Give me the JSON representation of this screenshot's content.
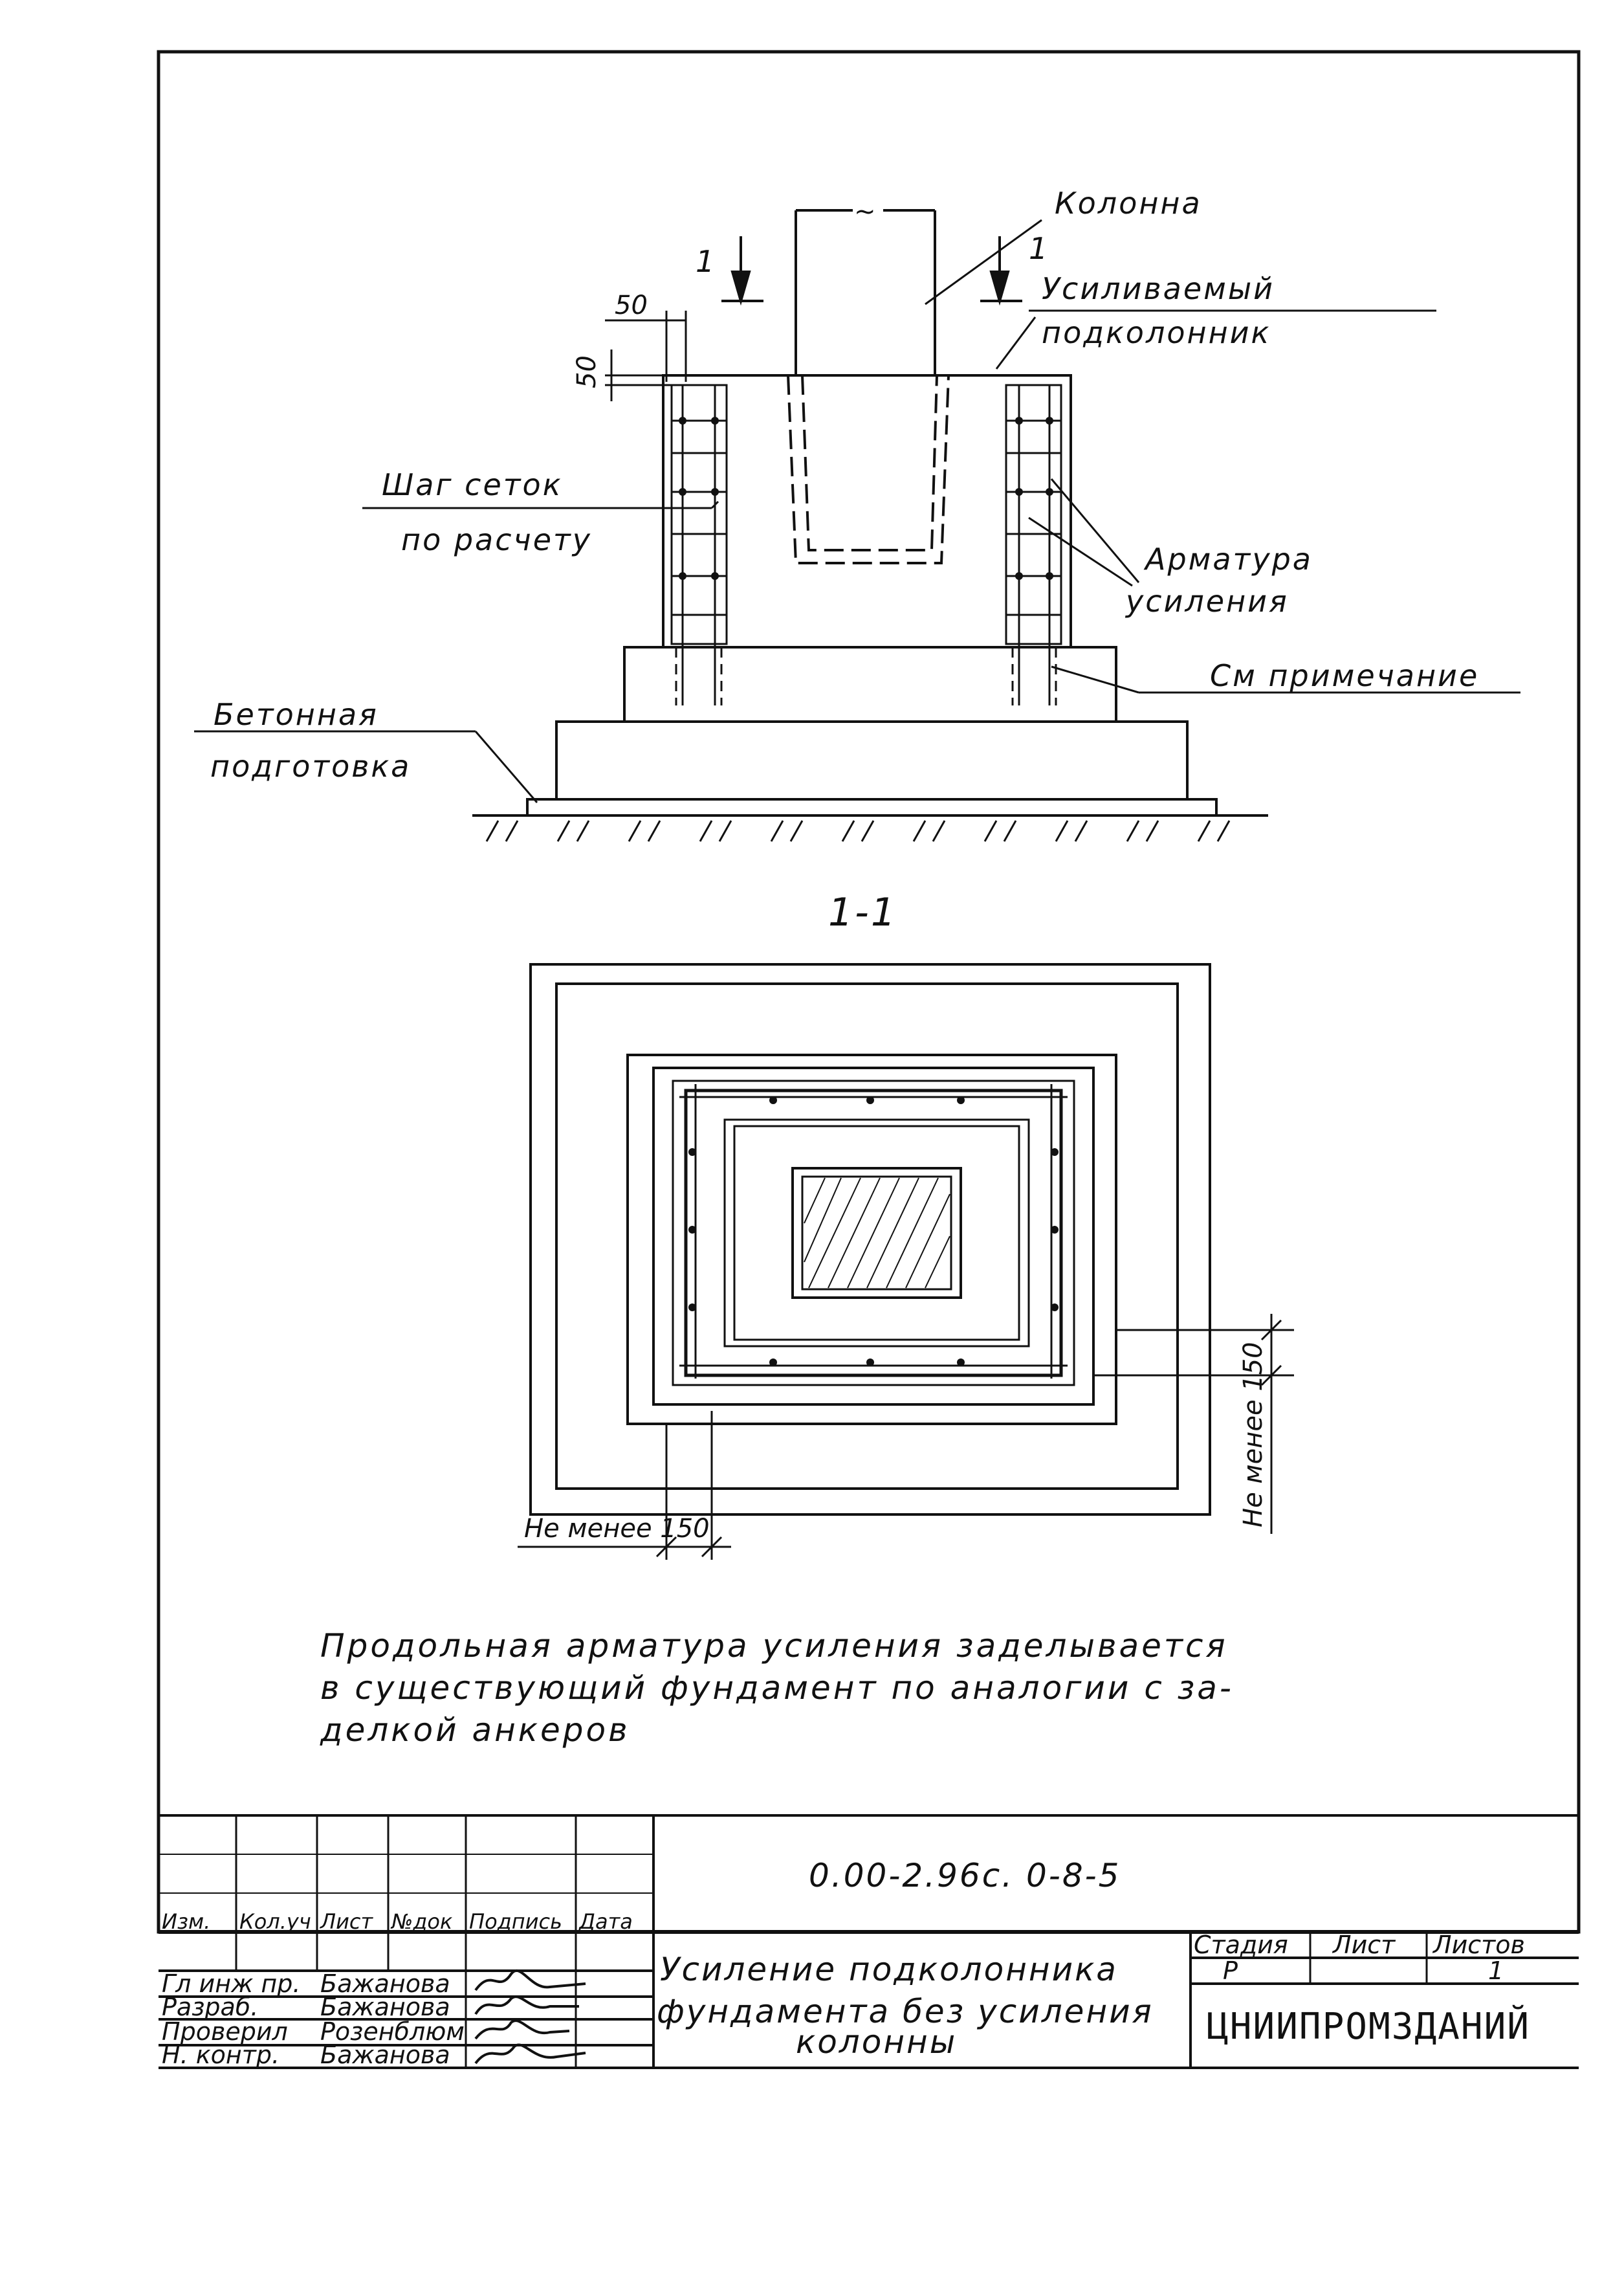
{
  "labels": {
    "column": "Колонна",
    "strengthened_line1": "Усиливаемый",
    "strengthened_line2": "подколонник",
    "mesh_step_line1": "Шаг сеток",
    "mesh_step_line2": "по расчету",
    "rebar_line1": "Арматура",
    "rebar_line2": "усиления",
    "see_note": "См примечание",
    "concrete_prep_line1": "Бетонная",
    "concrete_prep_line2": "подготовка",
    "section_mark": "1",
    "section_mark_right": "1",
    "break_mark": "~",
    "section_title": "1-1",
    "dim_top": "50",
    "dim_side": "50",
    "dim_min_right": "Не менее 150",
    "dim_min_bottom": "Не менее 150"
  },
  "note": {
    "line1": "Продольная арматура усиления заделывается",
    "line2": "в существующий фундамент по аналогии с за-",
    "line3": "делкой анкеров"
  },
  "title_block": {
    "code": "0.00-2.96с. 0-8-5",
    "headers": [
      "Изм.",
      "Кол.уч",
      "Лист",
      "№док",
      "Подпись",
      "Дата"
    ],
    "roles": [
      {
        "role": "Гл инж пр.",
        "name": "Бажанова"
      },
      {
        "role": "Разраб.",
        "name": "Бажанова"
      },
      {
        "role": "Проверил",
        "name": "Розенблюм"
      },
      {
        "role": "Н. контр.",
        "name": "Бажанова"
      }
    ],
    "title_line1": "Усиление подколонника",
    "title_line2": "фундамента без усиления",
    "title_line3": "колонны",
    "stage_header": "Стадия",
    "sheet_header": "Лист",
    "sheets_header": "Листов",
    "stage": "Р",
    "sheet": "",
    "sheets": "1",
    "organization": "ЦНИИПРОМЗДАНИЙ"
  }
}
